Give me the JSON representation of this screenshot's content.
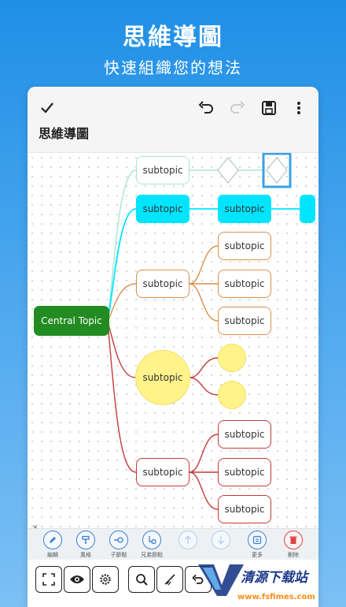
{
  "hero": {
    "title": "思維導圖",
    "subtitle": "快速組織您的想法"
  },
  "appbar": {
    "doc_title": "思維導圖"
  },
  "mindmap": {
    "central": "Central Topic",
    "topic1": "subtopic",
    "topic2": "subtopic",
    "topic2_child": "subtopic",
    "topic3": "subtopic",
    "topic3_children": [
      "subtopic",
      "subtopic",
      "subtopic"
    ],
    "topic4": "subtopic",
    "topic5": "subtopic",
    "topic5_children": [
      "subtopic",
      "subtopic",
      "subtopic"
    ]
  },
  "toolbar": {
    "items": [
      "編輯",
      "風格",
      "子節點",
      "兄弟節點",
      "",
      "",
      "更多",
      "刪除"
    ]
  },
  "watermark": {
    "brand": "清源下载站",
    "url": "www.fsfimes.com"
  },
  "colors": {
    "hero_bg": "#1f8fe6",
    "central": "#228b22",
    "cyan": "#00e5ff",
    "orange": "#d9914a",
    "yellow": "#fff38a",
    "red": "#c53a3a",
    "mint": "#a9e6d6",
    "accent_blue": "#3a7fd0"
  }
}
